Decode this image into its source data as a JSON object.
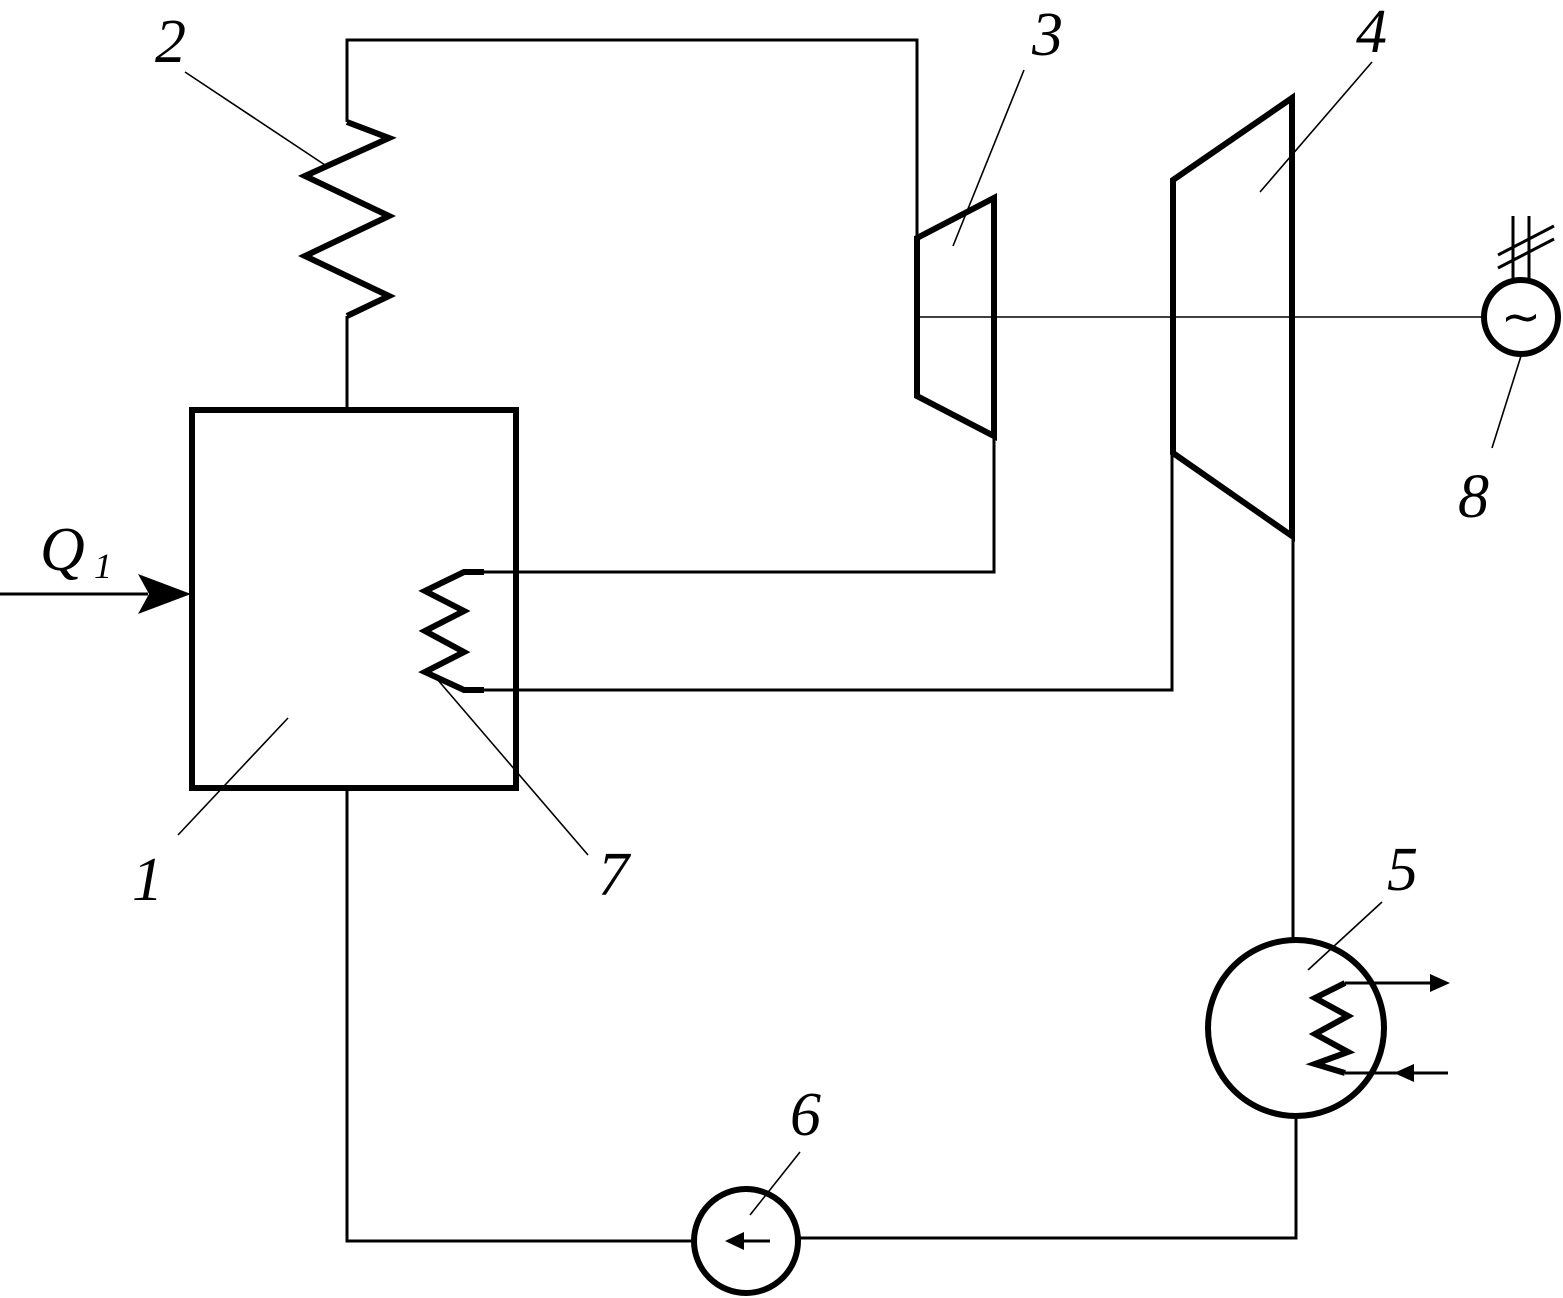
{
  "labels": {
    "boiler": "1",
    "superheater": "2",
    "hp_turbine": "3",
    "lp_turbine": "4",
    "condenser": "5",
    "pump": "6",
    "reheater": "7",
    "generator": "8"
  },
  "heat_input": {
    "symbol": "Q",
    "subscript": "1"
  },
  "generator_symbol": "~"
}
